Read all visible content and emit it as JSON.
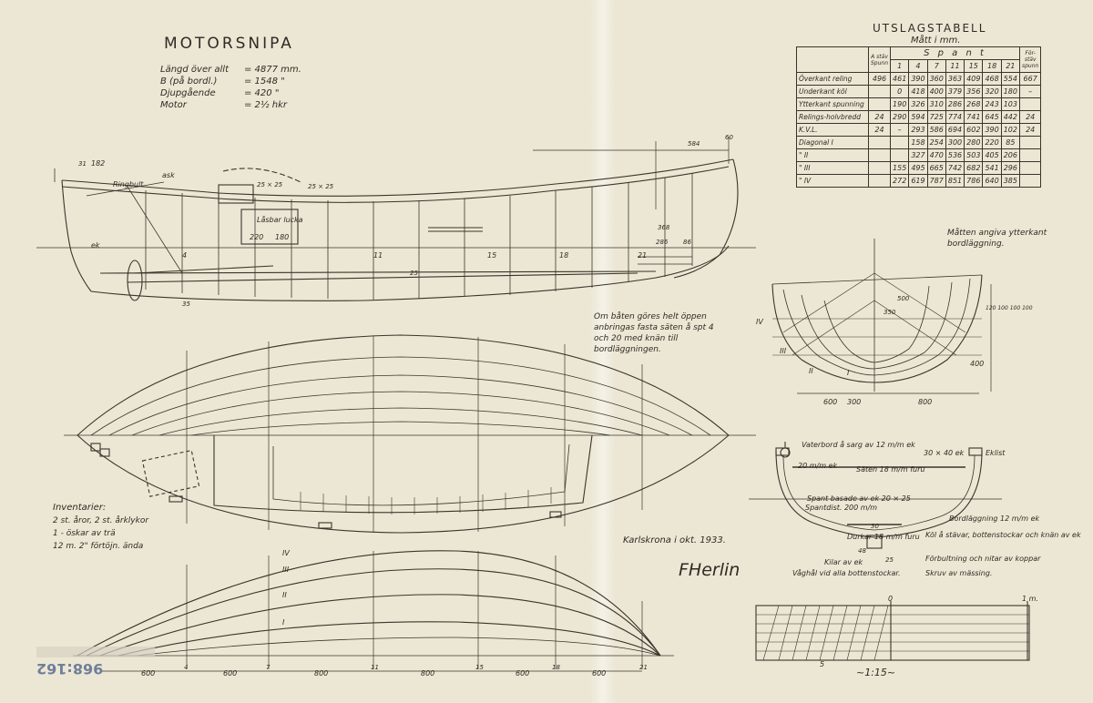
{
  "title": "MOTORSNIPA",
  "specs": [
    {
      "label": "Längd över allt",
      "value": "= 4877 mm."
    },
    {
      "label": "B (på bordl.)",
      "value": "= 1548 \""
    },
    {
      "label": "Djupgående",
      "value": "= 420 \""
    },
    {
      "label": "Motor",
      "value": "= 2½ hkr"
    }
  ],
  "profile_labels": {
    "ringbult": "Ringbult",
    "ask": "ask",
    "ek": "ek",
    "lucka": "Låsbar lucka",
    "dim_182": "182",
    "dim_31": "31",
    "dim_584": "584",
    "dim_60": "60",
    "dim_2525a": "25 × 25",
    "dim_2525b": "25 × 25",
    "dim_220": "220",
    "dim_180": "180",
    "dim_368": "368",
    "dim_286": "286",
    "dim_86": "86",
    "dim_35": "35",
    "dim_25": "25",
    "st_4": "4",
    "st_11": "11",
    "st_15": "15",
    "st_18": "18",
    "st_21": "21"
  },
  "offset_table": {
    "title": "UTSLAGSTABELL",
    "subtitle": "Mått i mm.",
    "spant_heading": "S p a n t",
    "col_first": "A stäv Spunn",
    "columns": [
      "1",
      "4",
      "7",
      "11",
      "15",
      "18",
      "21"
    ],
    "col_last": "För-stäv spunn",
    "rows": [
      {
        "label": "Överkant reling",
        "values": [
          "496",
          "461",
          "390",
          "360",
          "363",
          "409",
          "468",
          "554",
          "667"
        ]
      },
      {
        "label": "Underkant köl",
        "values": [
          "",
          "0",
          "418",
          "400",
          "379",
          "356",
          "320",
          "180",
          "–"
        ]
      },
      {
        "label": "Ytterkant spunning",
        "values": [
          "",
          "190",
          "326",
          "310",
          "286",
          "268",
          "243",
          "103",
          ""
        ]
      },
      {
        "label": "Relings-holvbredd",
        "values": [
          "24",
          "290",
          "594",
          "725",
          "774",
          "741",
          "645",
          "442",
          "24"
        ]
      },
      {
        "label": "K.V.L.",
        "values": [
          "24",
          "–",
          "293",
          "586",
          "694",
          "602",
          "390",
          "102",
          "24"
        ]
      },
      {
        "label": "Diagonal I",
        "values": [
          "",
          "",
          "158",
          "254",
          "300",
          "280",
          "220",
          "85",
          ""
        ]
      },
      {
        "label": "\" II",
        "values": [
          "",
          "",
          "327",
          "470",
          "536",
          "503",
          "405",
          "206",
          ""
        ]
      },
      {
        "label": "\" III",
        "values": [
          "",
          "155",
          "495",
          "665",
          "742",
          "682",
          "541",
          "296",
          ""
        ]
      },
      {
        "label": "\" IV",
        "values": [
          "",
          "272",
          "619",
          "787",
          "851",
          "786",
          "640",
          "385",
          ""
        ]
      }
    ],
    "note": "Måtten angiva ytterkant bordläggning."
  },
  "open_note": "Om båten göres helt öppen anbringas fasta säten å spt 4 och 20 med knän till bordläggningen.",
  "inventory": {
    "heading": "Inventarier:",
    "items": [
      "2 st. åror, 2 st. årklykor",
      "1 - öskar av trä",
      "12 m. 2\" förtöjn. ända"
    ]
  },
  "signature": {
    "place": "Karlskrona i okt. 1933.",
    "name": "FHerlin"
  },
  "section_labels": {
    "vaterbord": "Vaterbord å sarg av 12 m/m ek",
    "ek_20": "20 m/m ek",
    "saten": "Säten 18 m/m furu",
    "list": "30 × 40 ek",
    "eklist": "Eklist",
    "spant": "Spant basade av ek 20 × 25",
    "spantdist": "Spantdist. 200 m/m",
    "bordlaggning": "Bordläggning 12 m/m ek",
    "durkar": "Durkar 18 m/m furu",
    "kol": "Köl å stävar, bottenstockar och knän av ek",
    "forbultning": "Förbultning och nitar av koppar",
    "skruv": "Skruv av mässing.",
    "kilar": "Kilar av ek",
    "vaghal": "Våghål vid alla bottenstockar.",
    "dim_30": "30",
    "dim_48": "48",
    "dim_25": "25"
  },
  "body_plan": {
    "dim_300": "300",
    "dim_800": "800",
    "dim_600": "600",
    "dim_400": "400",
    "dim_350": "350",
    "dim_500": "500",
    "side_dims": "120 100 100 100",
    "diag_I": "I",
    "diag_II": "II",
    "diag_III": "III",
    "diag_IV": "IV"
  },
  "diagonal_view": {
    "labels": [
      "IV",
      "III",
      "II",
      "I"
    ],
    "spacing": [
      "600",
      "600",
      "800",
      "800",
      "600",
      "600"
    ],
    "stations": [
      "4",
      "7",
      "11",
      "15",
      "18",
      "21"
    ]
  },
  "scale": {
    "zero": "0",
    "one": "1 m.",
    "five": "5",
    "ratio": "~1:15~"
  },
  "catalogue_no": "968:162",
  "colors": {
    "paper": "#ece7d4",
    "ink": "#2f2a24",
    "stamp": "#6f7f9a"
  }
}
